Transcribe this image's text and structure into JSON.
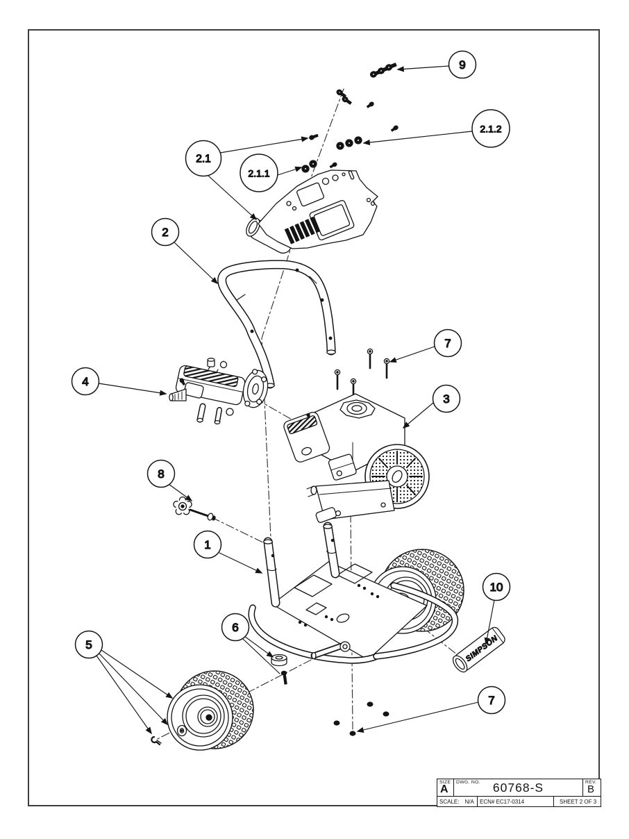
{
  "sheet": {
    "ink_color": "#141414",
    "border_color": "#3d3d3d",
    "title_block": {
      "size_label": "SIZE",
      "size_value": "A",
      "dwg_label": "DWG.  NO.",
      "dwg_value": "60768-S",
      "rev_label": "REV.",
      "rev_value": "B",
      "scale_label": "SCALE:",
      "scale_value": "N/A",
      "ecn": "ECN# EC17-0314",
      "sheet_no": "SHEET 2 OF 3"
    }
  },
  "diagram": {
    "description": "Exploded view of pressure washer cart: handle panel, handle, engine, pump, frame, wheels and fasteners",
    "grip_brand": "SIMPSON",
    "balloons": [
      {
        "label": "9"
      },
      {
        "label": "2.1.2"
      },
      {
        "label": "2.1"
      },
      {
        "label": "2.1.1"
      },
      {
        "label": "2"
      },
      {
        "label": "7"
      },
      {
        "label": "4"
      },
      {
        "label": "3"
      },
      {
        "label": "8"
      },
      {
        "label": "1"
      },
      {
        "label": "10"
      },
      {
        "label": "6"
      },
      {
        "label": "5"
      },
      {
        "label": "7"
      }
    ]
  }
}
